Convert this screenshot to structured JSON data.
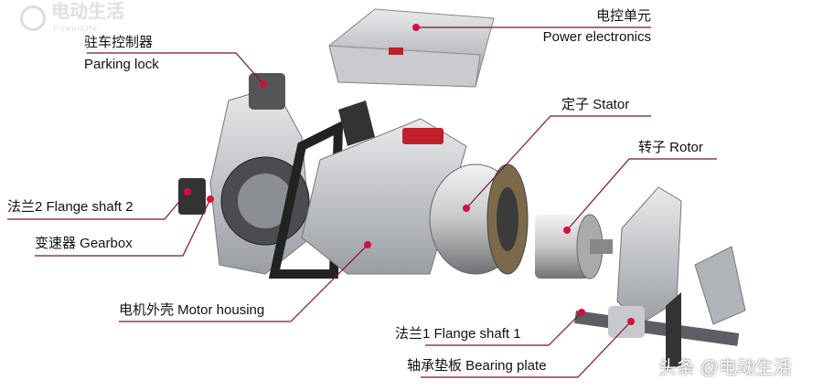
{
  "watermark_top": {
    "text": "电动生活",
    "sub": "PowerLife"
  },
  "watermark_bottom": "头条 @电动生活",
  "colors": {
    "leader_line": "#7a1530",
    "dot": "#d40f3c",
    "metal": "#b9bcc0"
  },
  "labels": [
    {
      "id": "power-electronics",
      "zh": "电控单元",
      "en": "Power electronics"
    },
    {
      "id": "parking-lock",
      "zh": "驻车控制器",
      "en": "Parking lock"
    },
    {
      "id": "stator",
      "text": "定子 Stator"
    },
    {
      "id": "rotor",
      "text": "转子 Rotor"
    },
    {
      "id": "flange-shaft-2",
      "text": "法兰2 Flange shaft 2"
    },
    {
      "id": "gearbox",
      "text": "变速器 Gearbox"
    },
    {
      "id": "motor-housing",
      "text": "电机外壳 Motor housing"
    },
    {
      "id": "flange-shaft-1",
      "text": "法兰1 Flange shaft 1"
    },
    {
      "id": "bearing-plate",
      "text": "轴承垫板 Bearing plate"
    }
  ]
}
